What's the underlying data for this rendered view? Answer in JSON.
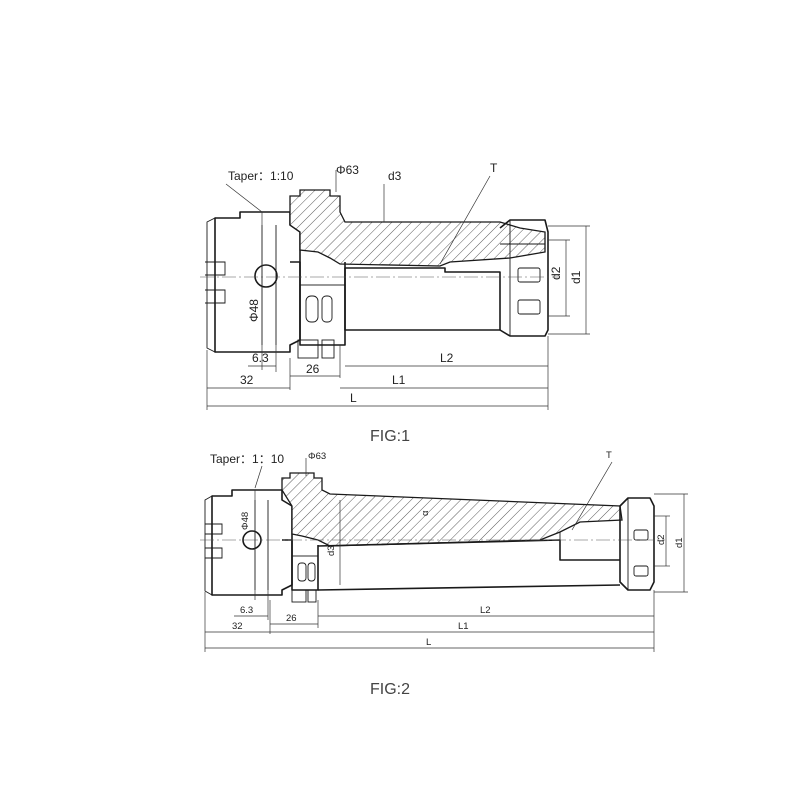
{
  "fig1": {
    "caption": "FIG:1",
    "labels": {
      "taper": "Taper：1:10",
      "phi63": "Φ63",
      "d3": "d3",
      "T": "T",
      "phi48": "Φ48",
      "d2": "d2",
      "d1": "d1",
      "dim_6_3": "6.3",
      "L2": "L2",
      "dim_32": "32",
      "dim_26": "26",
      "L1": "L1",
      "L": "L"
    }
  },
  "fig2": {
    "caption": "FIG:2",
    "labels": {
      "taper": "Taper：1：10",
      "phi63": "Φ63",
      "T": "T",
      "phi48": "Φ48",
      "d3": "d3",
      "a": "α",
      "d2": "d2",
      "d1": "d1",
      "dim_6_3": "6.3",
      "L2": "L2",
      "dim_32": "32",
      "dim_26": "26",
      "L1": "L1",
      "L": "L"
    }
  }
}
